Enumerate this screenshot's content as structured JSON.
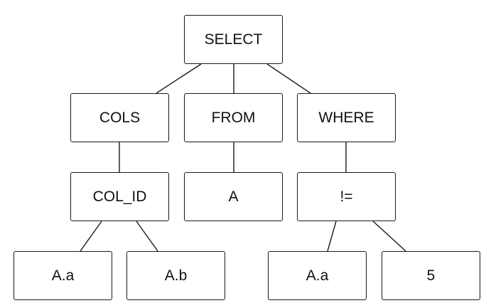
{
  "tree": {
    "root": "SELECT",
    "level1": {
      "cols": "COLS",
      "from": "FROM",
      "where": "WHERE"
    },
    "level2": {
      "col_id": "COL_ID",
      "from_table": "A",
      "operator": "!="
    },
    "level3": {
      "col_1": "A.a",
      "col_2": "A.b",
      "lhs": "A.a",
      "rhs": "5"
    }
  }
}
